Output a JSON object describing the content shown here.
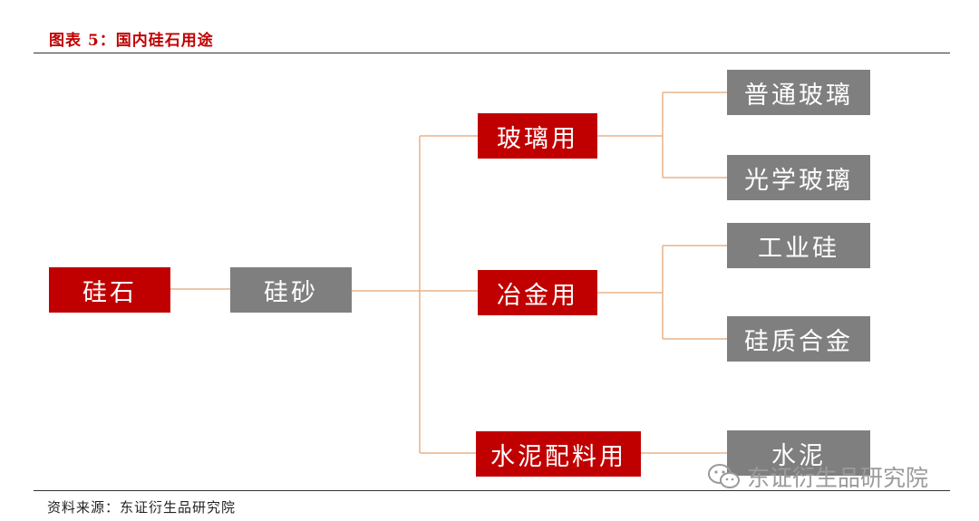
{
  "header": {
    "title": "图表 5：国内硅石用途"
  },
  "diagram": {
    "root": "硅石",
    "level1": "硅砂",
    "uses": [
      {
        "label": "玻璃用",
        "children": [
          "普通玻璃",
          "光学玻璃"
        ]
      },
      {
        "label": "冶金用",
        "children": [
          "工业硅",
          "硅质合金"
        ]
      },
      {
        "label": "水泥配料用",
        "children": [
          "水泥"
        ]
      }
    ],
    "colors": {
      "primary": "#c00000",
      "secondary": "#7f7f7f",
      "connector": "#e8b48a"
    }
  },
  "footer": {
    "source": "资料来源：东证衍生品研究院"
  },
  "watermark": {
    "text": "东证衍生品研究院",
    "icon": "wechat-icon"
  }
}
